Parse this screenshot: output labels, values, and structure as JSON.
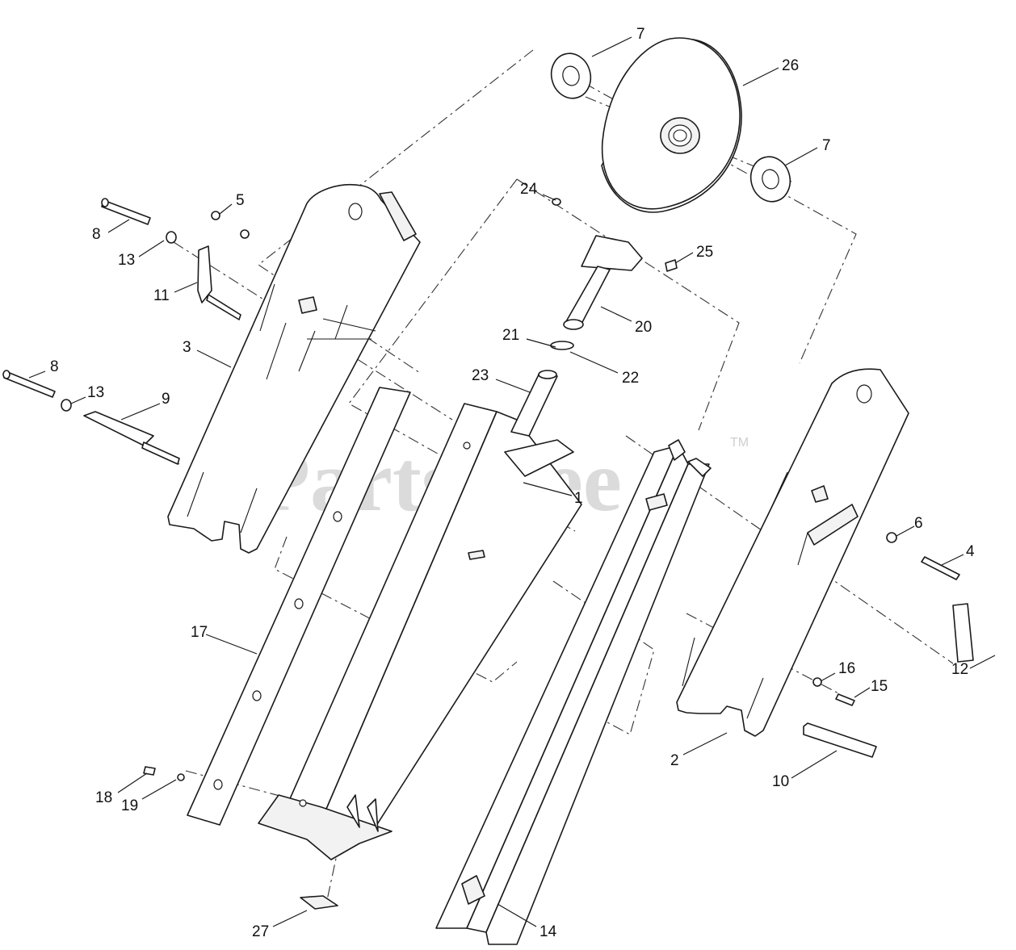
{
  "watermark": {
    "text": "PartsTree",
    "trademark": "TM"
  },
  "callouts": [
    {
      "id": "7a",
      "label": "7"
    },
    {
      "id": "26",
      "label": "26"
    },
    {
      "id": "7b",
      "label": "7"
    },
    {
      "id": "24",
      "label": "24"
    },
    {
      "id": "25",
      "label": "25"
    },
    {
      "id": "20",
      "label": "20"
    },
    {
      "id": "21",
      "label": "21"
    },
    {
      "id": "22",
      "label": "22"
    },
    {
      "id": "23",
      "label": "23"
    },
    {
      "id": "5",
      "label": "5"
    },
    {
      "id": "8a",
      "label": "8"
    },
    {
      "id": "13a",
      "label": "13"
    },
    {
      "id": "11",
      "label": "11"
    },
    {
      "id": "3",
      "label": "3"
    },
    {
      "id": "8b",
      "label": "8"
    },
    {
      "id": "13b",
      "label": "13"
    },
    {
      "id": "9",
      "label": "9"
    },
    {
      "id": "1",
      "label": "1"
    },
    {
      "id": "6",
      "label": "6"
    },
    {
      "id": "4",
      "label": "4"
    },
    {
      "id": "17",
      "label": "17"
    },
    {
      "id": "12",
      "label": "12"
    },
    {
      "id": "16",
      "label": "16"
    },
    {
      "id": "15",
      "label": "15"
    },
    {
      "id": "2",
      "label": "2"
    },
    {
      "id": "10",
      "label": "10"
    },
    {
      "id": "18",
      "label": "18"
    },
    {
      "id": "19",
      "label": "19"
    },
    {
      "id": "27",
      "label": "27"
    },
    {
      "id": "14",
      "label": "14"
    }
  ]
}
